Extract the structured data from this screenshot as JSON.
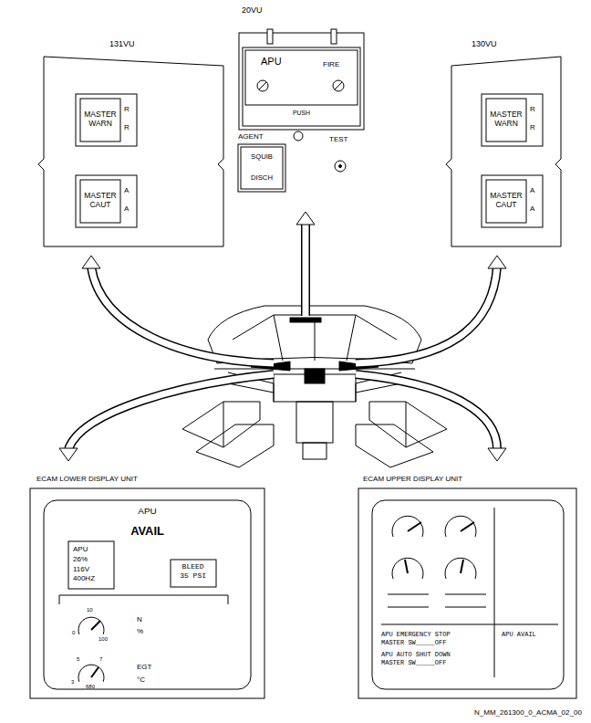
{
  "diagram": {
    "nodes": [
      {
        "text": [
          "131VU"
        ]
      },
      {
        "text": [
          "MASTER WARN",
          "R",
          "R"
        ],
        "in": 0
      },
      {
        "text": [
          "MASTER CAUT",
          "A",
          "A"
        ],
        "in": 0
      },
      {
        "text": [
          "20VU"
        ]
      },
      {
        "text": [
          "APU",
          "FIRE",
          "PUSH"
        ],
        "in": 3
      },
      {
        "text": [
          "AGENT",
          "SQUIB",
          "DISCH"
        ],
        "in": 3
      },
      {
        "text": [
          "TEST"
        ],
        "in": 3
      },
      {
        "text": [
          "130VU"
        ]
      },
      {
        "text": [
          "MASTER WARN",
          "R",
          "R"
        ],
        "in": 7
      },
      {
        "text": [
          "MASTER CAUT",
          "A",
          "A"
        ],
        "in": 7
      },
      {
        "text": [
          "ECAM LOWER DISPLAY UNIT"
        ]
      },
      {
        "text": [
          "APU",
          "AVAIL"
        ],
        "in": 10
      },
      {
        "text": [
          "APU 26% 116V 400HZ"
        ],
        "in": 11
      },
      {
        "text": [
          "BLEED 35 PSI"
        ],
        "in": 11
      },
      {
        "text": [
          "ECAM UPPER DISPLAY UNIT"
        ]
      },
      {
        "text": [
          "APU EMERGENCY STOP MASTER SW_____OFF",
          "APU AUTO SHUT DOWN MASTER SW_____OFF",
          "APU AVAIL"
        ],
        "in": 14
      }
    ],
    "labels": [
      "N",
      "%",
      "EGT",
      "°C",
      "10",
      "0",
      "100",
      "5",
      "7",
      "3",
      "680",
      "N_MM_261300_0_ACMA_02_00"
    ]
  }
}
